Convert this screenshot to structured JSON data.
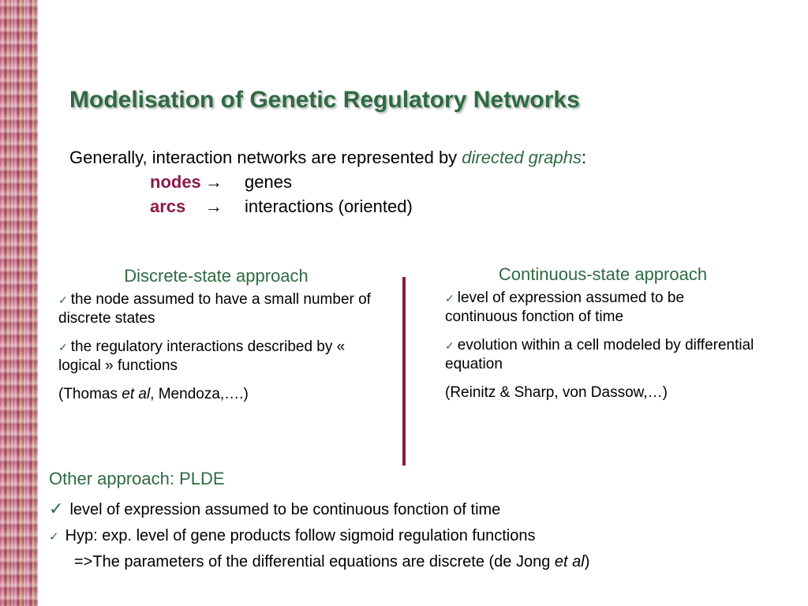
{
  "title": "Modelisation of Genetic Regulatory Networks",
  "intro": {
    "text": "Generally, interaction networks are represented by ",
    "emph": "directed graphs",
    "colon": ":",
    "rows": [
      {
        "term": "nodes",
        "arrow": "→",
        "desc": "genes"
      },
      {
        "term": "arcs",
        "arrow": "→",
        "desc": "interactions (oriented)"
      }
    ]
  },
  "left": {
    "heading": "Discrete-state approach",
    "tick": "✓",
    "items": [
      "the node assumed to have a small number of discrete states",
      "the regulatory interactions described by « logical » functions"
    ],
    "refs": {
      "pre": "(Thomas ",
      "italic": "et al",
      "post": ", Mendoza,….)"
    }
  },
  "right": {
    "heading": "Continuous-state approach",
    "tick": "✓",
    "items": [
      "level of expression assumed to be continuous fonction of time",
      "evolution within a cell modeled by differential equation"
    ],
    "refs": "(Reinitz & Sharp, von Dassow,…)"
  },
  "other": {
    "heading": "Other approach: PLDE",
    "tick": "✓",
    "item1": "level of expression assumed to be continuous fonction of time",
    "item2": "Hyp: exp. level of gene products follow sigmoid regulation functions",
    "consequence_pre": "=>The parameters of the differential equations are discrete  (de Jong ",
    "consequence_italic": "et al",
    "consequence_post": ")"
  },
  "colors": {
    "title": "#2e6b42",
    "term": "#8b1a4a",
    "divider": "#8b1a4a"
  }
}
